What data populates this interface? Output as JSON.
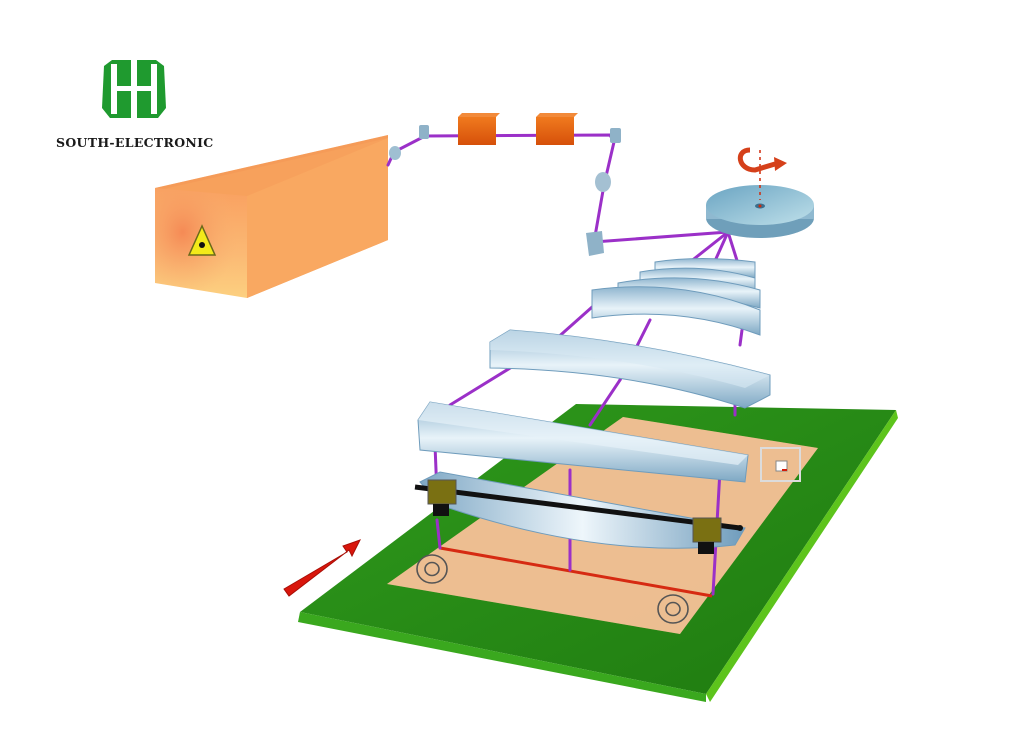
{
  "brand": {
    "name": "SOUTH-ELECTRONIC",
    "logo_icon": "hh-monogram-icon",
    "logo_color": "#1f9a2f"
  },
  "diagram": {
    "title": "",
    "description": "Laser optical path: laser source, beam expanders, mirrors, rotating polygon scanner, stacked lenses, imaging onto a PCB on a green conveyor board",
    "components": [
      {
        "id": "laser-source",
        "icon": "laser-warning-icon",
        "color": "#f8a866"
      },
      {
        "id": "mirror-1",
        "color": "#8fb2c8"
      },
      {
        "id": "mirror-2",
        "color": "#8fb2c8"
      },
      {
        "id": "modulator-1",
        "color": "#e3620f"
      },
      {
        "id": "modulator-2",
        "color": "#e3620f"
      },
      {
        "id": "mirror-3",
        "color": "#8fb2c8"
      },
      {
        "id": "lens-small",
        "color": "#9ebfd3"
      },
      {
        "id": "mirror-4",
        "color": "#8fb2c8"
      },
      {
        "id": "polygon-mirror",
        "icon": "rotation-arrow-icon",
        "color": "#7fb2c8"
      },
      {
        "id": "fan-lenses",
        "count": 4,
        "color": "#a9c8da"
      },
      {
        "id": "curved-lens",
        "color": "#a9c8da"
      },
      {
        "id": "cylinder-lens",
        "color": "#b7d3e3"
      },
      {
        "id": "exposure-bar",
        "color": "#cfe4f0"
      },
      {
        "id": "pcb-panel",
        "color": "#f5c99a"
      },
      {
        "id": "conveyor-board",
        "color": "#2e8b1a"
      },
      {
        "id": "feed-direction-arrow",
        "icon": "red-arrow-icon",
        "color": "#d9160c"
      },
      {
        "id": "registration-marks",
        "count": 2
      },
      {
        "id": "fiducial-window"
      }
    ],
    "colors": {
      "beam": "#9b30c8",
      "scan_line": "#d62a12",
      "board": "#2e8b1a",
      "board_edge": "#5dc41c",
      "pcb": "#f5c99a",
      "lens": "#a9c8da"
    }
  }
}
